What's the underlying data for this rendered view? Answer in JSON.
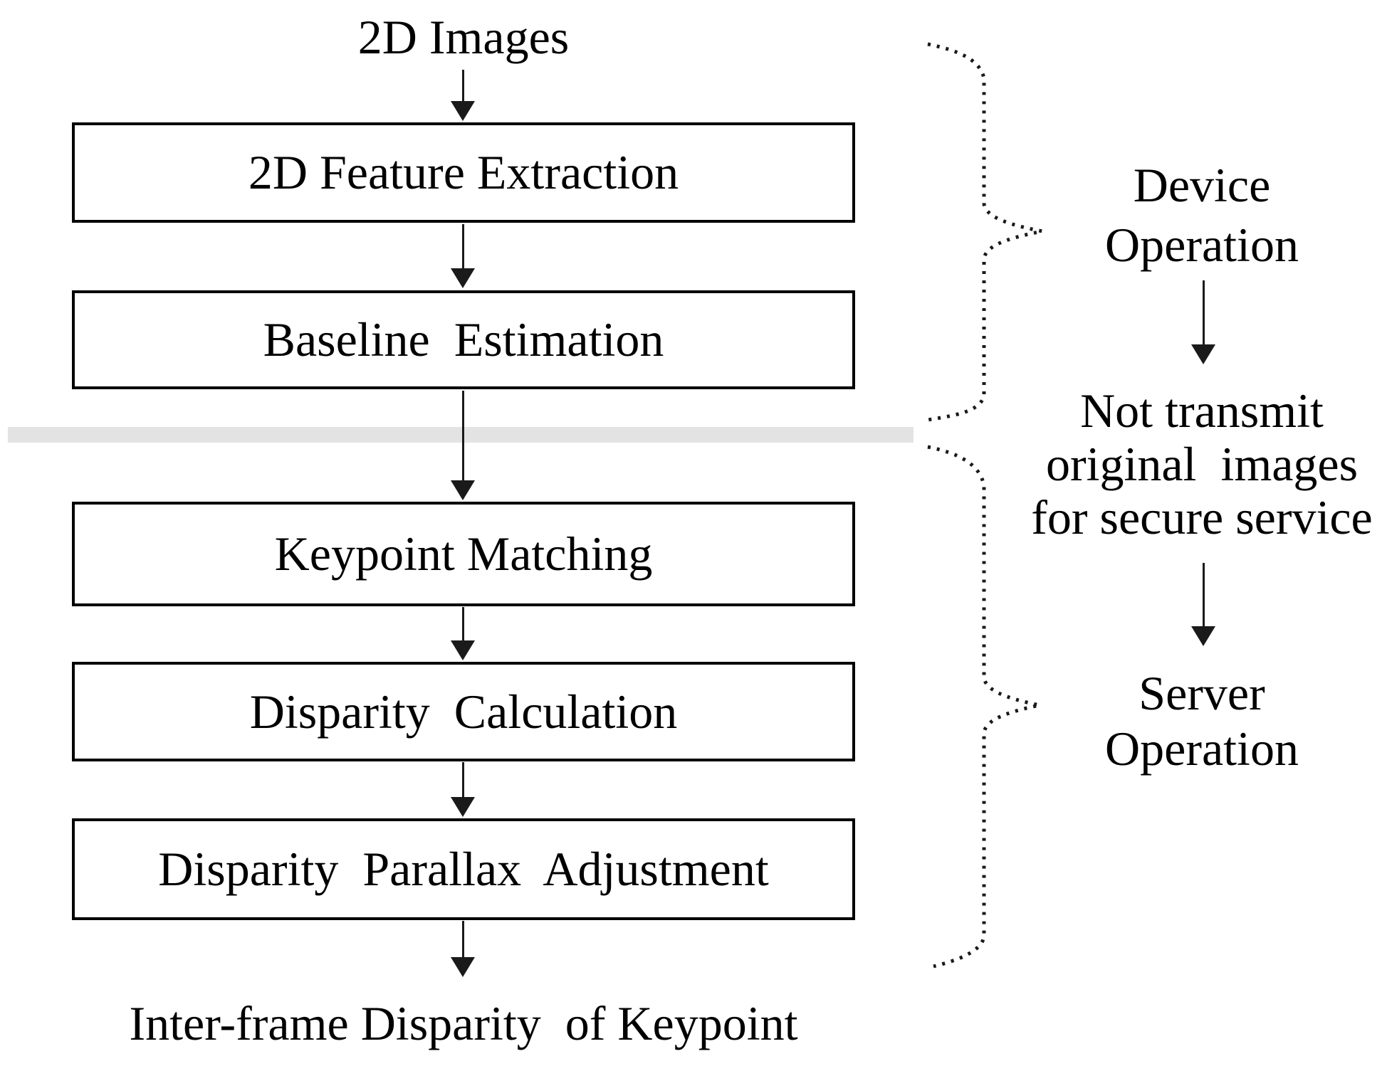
{
  "flow": {
    "input_label": "2D Images",
    "steps": [
      {
        "label": "2D Feature Extraction"
      },
      {
        "label": "Baseline  Estimation"
      },
      {
        "label": "Keypoint Matching"
      },
      {
        "label": "Disparity  Calculation"
      },
      {
        "label": "Disparity  Parallax  Adjustment"
      }
    ],
    "output_label": "Inter-frame Disparity  of Keypoint"
  },
  "side": {
    "device_label": "Device\nOperation",
    "note": "Not transmit\noriginal  images\nfor secure service",
    "server_label": "Server\nOperation"
  },
  "colors": {
    "background": "#ffffff",
    "box_border": "#000000",
    "text": "#000000",
    "divider": "#e3e3e3",
    "line": "#1a1a1a"
  }
}
